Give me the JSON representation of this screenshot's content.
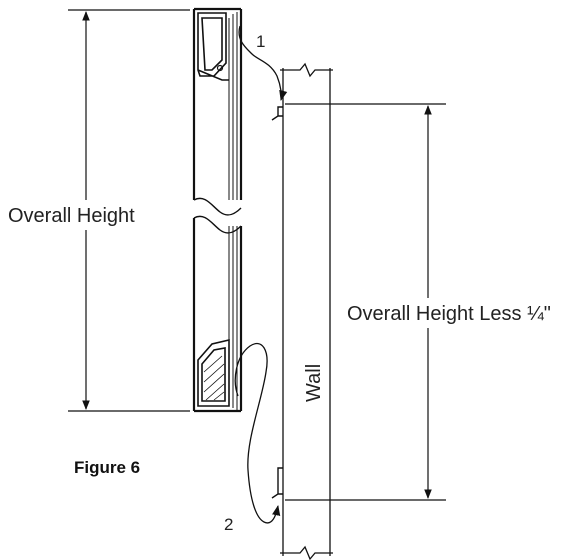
{
  "diagram": {
    "labels": {
      "overall_height": "Overall Height",
      "overall_height_less": "Overall Height Less ¼\"",
      "wall": "Wall",
      "figure_caption": "Figure 6",
      "step_1": "1",
      "step_2": "2"
    },
    "colors": {
      "line": "#111111",
      "text": "#222222",
      "background": "#ffffff"
    }
  }
}
